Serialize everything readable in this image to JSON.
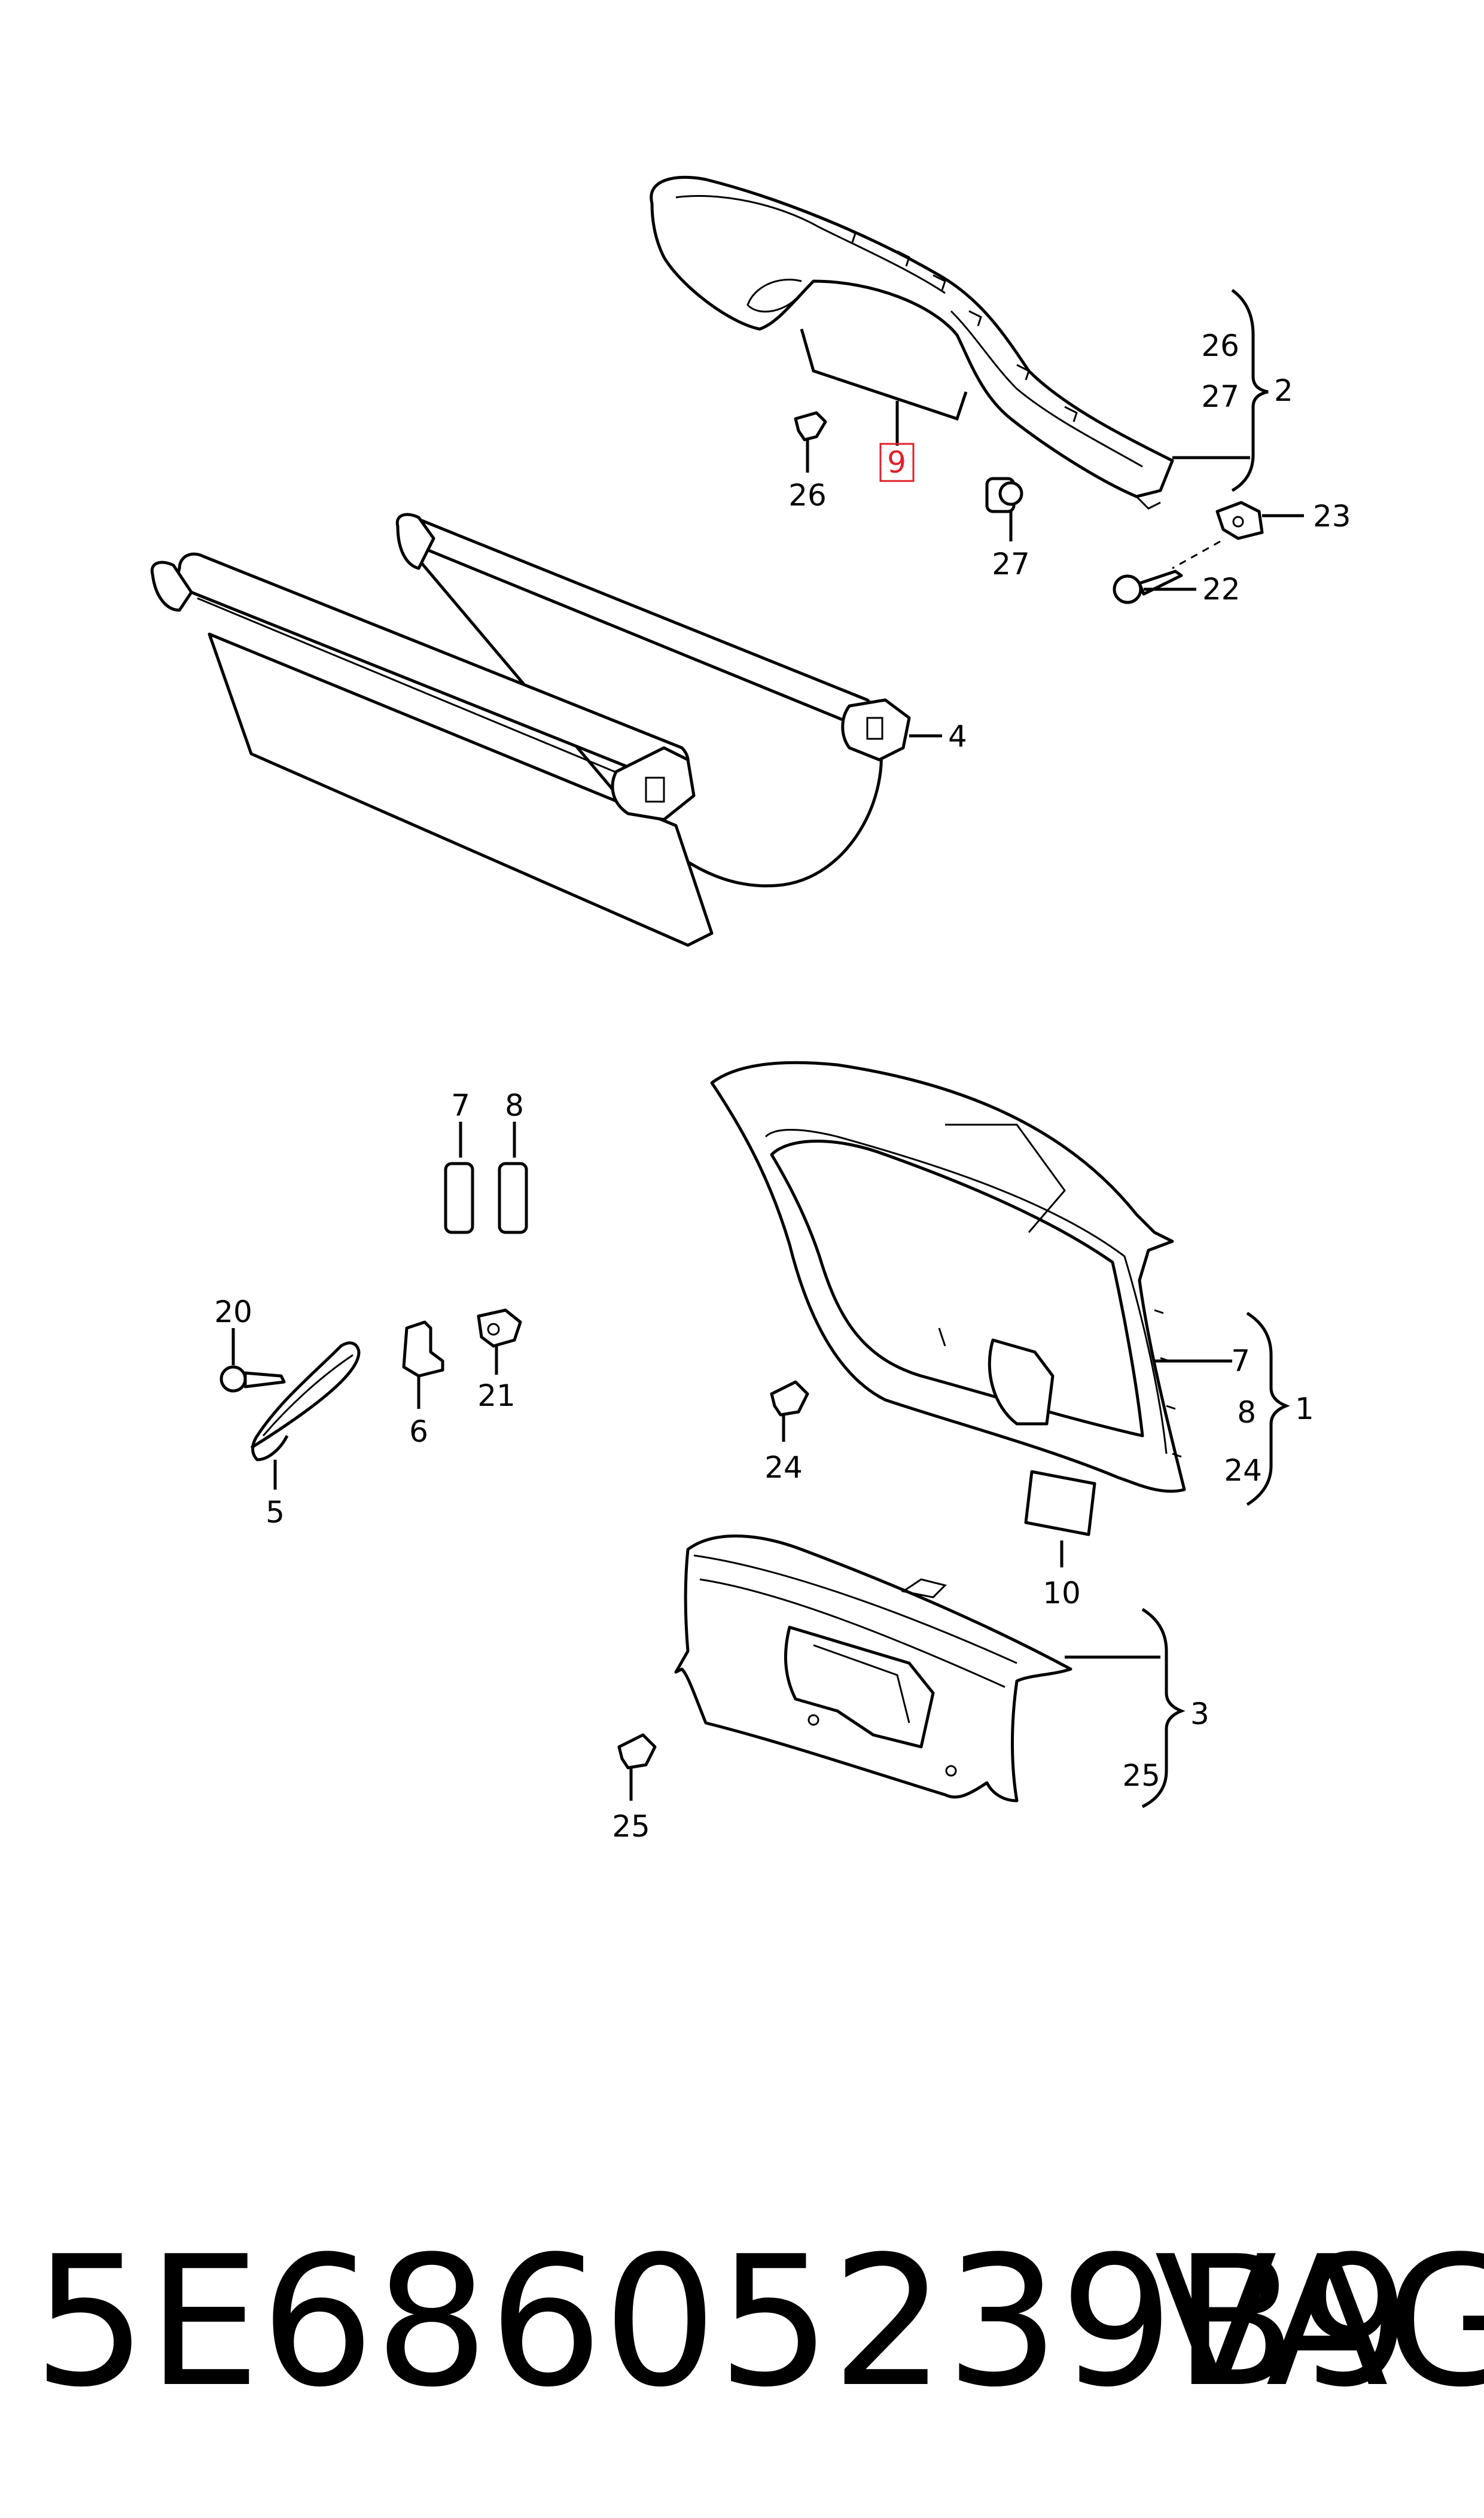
{
  "labels": {
    "l26a": "26",
    "l27a": "27",
    "l2": "2",
    "l9": "9",
    "l26b": "26",
    "l27b": "27",
    "l23": "23",
    "l22": "22",
    "l4": "4",
    "l7a": "7",
    "l8a": "8",
    "l20": "20",
    "l21": "21",
    "l6": "6",
    "l5": "5",
    "l7b": "7",
    "l8b": "8",
    "l1": "1",
    "l24a": "24",
    "l24b": "24",
    "l10": "10",
    "l3": "3",
    "l25a": "25",
    "l25b": "25"
  },
  "footer": {
    "part_number": "5E68605239B9",
    "brand": "VAG"
  },
  "highlight_color": "#e0202a"
}
